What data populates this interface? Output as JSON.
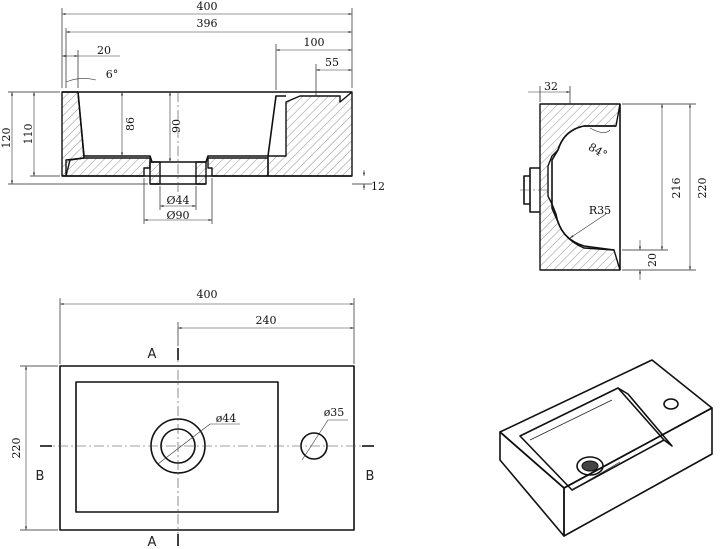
{
  "section_front": {
    "dims": {
      "w400": "400",
      "w396": "396",
      "d20": "20",
      "d100": "100",
      "d55": "55",
      "ang6": "6°",
      "h120": "120",
      "h110": "110",
      "h86": "86",
      "h90": "90",
      "d12": "12",
      "d44": "Ø44",
      "d90": "Ø90"
    }
  },
  "section_side": {
    "dims": {
      "d32": "32",
      "ang84": "84°",
      "r35": "R35",
      "h216": "216",
      "h220": "220",
      "h20": "20"
    }
  },
  "plan": {
    "dims": {
      "w400": "400",
      "w240": "240",
      "h220": "220",
      "d44": "ø44",
      "d35": "ø35"
    },
    "section_labels": {
      "a_top": "A",
      "a_bottom": "A",
      "b_left": "B",
      "b_right": "B"
    }
  }
}
